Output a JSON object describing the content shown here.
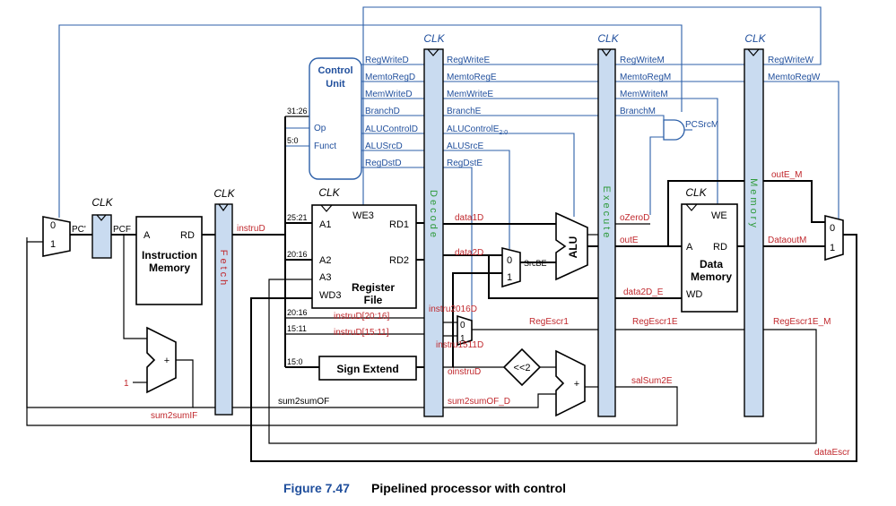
{
  "caption": {
    "figure": "Figure 7.47",
    "title": "Pipelined processor with control"
  },
  "clk": "CLK",
  "control_unit": {
    "title_line1": "Control",
    "title_line2": "Unit",
    "op": "Op",
    "funct": "Funct"
  },
  "ctrl_D": [
    "RegWriteD",
    "MemtoRegD",
    "MemWriteD",
    "BranchD",
    "ALUControlD",
    "ALUSrcD",
    "RegDstD"
  ],
  "ctrl_E": [
    "RegWriteE",
    "MemtoRegE",
    "MemWriteE",
    "BranchE",
    "ALUControlE",
    "ALUSrcE",
    "RegDstE"
  ],
  "alucontrolE_sub": "2:0",
  "ctrl_M": [
    "RegWriteM",
    "MemtoRegM",
    "MemWriteM",
    "BranchM"
  ],
  "ctrl_W": [
    "RegWriteW",
    "MemtoRegW"
  ],
  "pcsrc": "PCSrcM",
  "stages": {
    "fetch": "Fetch",
    "decode": "Decode",
    "execute": "Execute",
    "memory": "Memory"
  },
  "instr_mem": {
    "a": "A",
    "rd": "RD",
    "name1": "Instruction",
    "name2": "Memory"
  },
  "regfile": {
    "we3": "WE3",
    "a1": "A1",
    "a2": "A2",
    "a3": "A3",
    "wd3": "WD3",
    "rd1": "RD1",
    "rd2": "RD2",
    "name1": "Register",
    "name2": "File"
  },
  "datamem": {
    "we": "WE",
    "a": "A",
    "rd": "RD",
    "wd": "WD",
    "name1": "Data",
    "name2": "Memory"
  },
  "sign_extend": "Sign Extend",
  "alu": "ALU",
  "shift": "<<2",
  "plus": "+",
  "mux": {
    "zero": "0",
    "one": "1"
  },
  "bits": {
    "b31_26": "31:26",
    "b5_0": "5:0",
    "b25_21": "25:21",
    "b20_16a": "20:16",
    "b20_16b": "20:16",
    "b15_11": "15:11",
    "b15_0": "15:0"
  },
  "labels_black": {
    "pcp": "PC'",
    "pcf": "PCF",
    "srcbe": "SrcBE",
    "sum2sumOF": "sum2sumOF"
  },
  "labels_red": {
    "instruD": "instruD",
    "data1D": "data1D",
    "data2D": "data2D",
    "instruD2016": "instruD[20:16]",
    "instruD1511": "instruD[15:11]",
    "instru2016D": "instru2016D",
    "instru1511D": "instru1511D",
    "oinstruD": "oinstruD",
    "sum2sumOF_D": "sum2sumOF_D",
    "sum2sumIF": "sum2sumIF",
    "one": "1",
    "RegEscr1": "RegEscr1",
    "RegEscr1E": "RegEscr1E",
    "RegEscr1E_M": "RegEscr1E_M",
    "oZeroD": "oZeroD",
    "outE": "outE",
    "data2D_E": "data2D_E",
    "salSum2E": "salSum2E",
    "outE_M": "outE_M",
    "DataoutM": "DataoutM",
    "dataEscr": "dataEscr"
  }
}
